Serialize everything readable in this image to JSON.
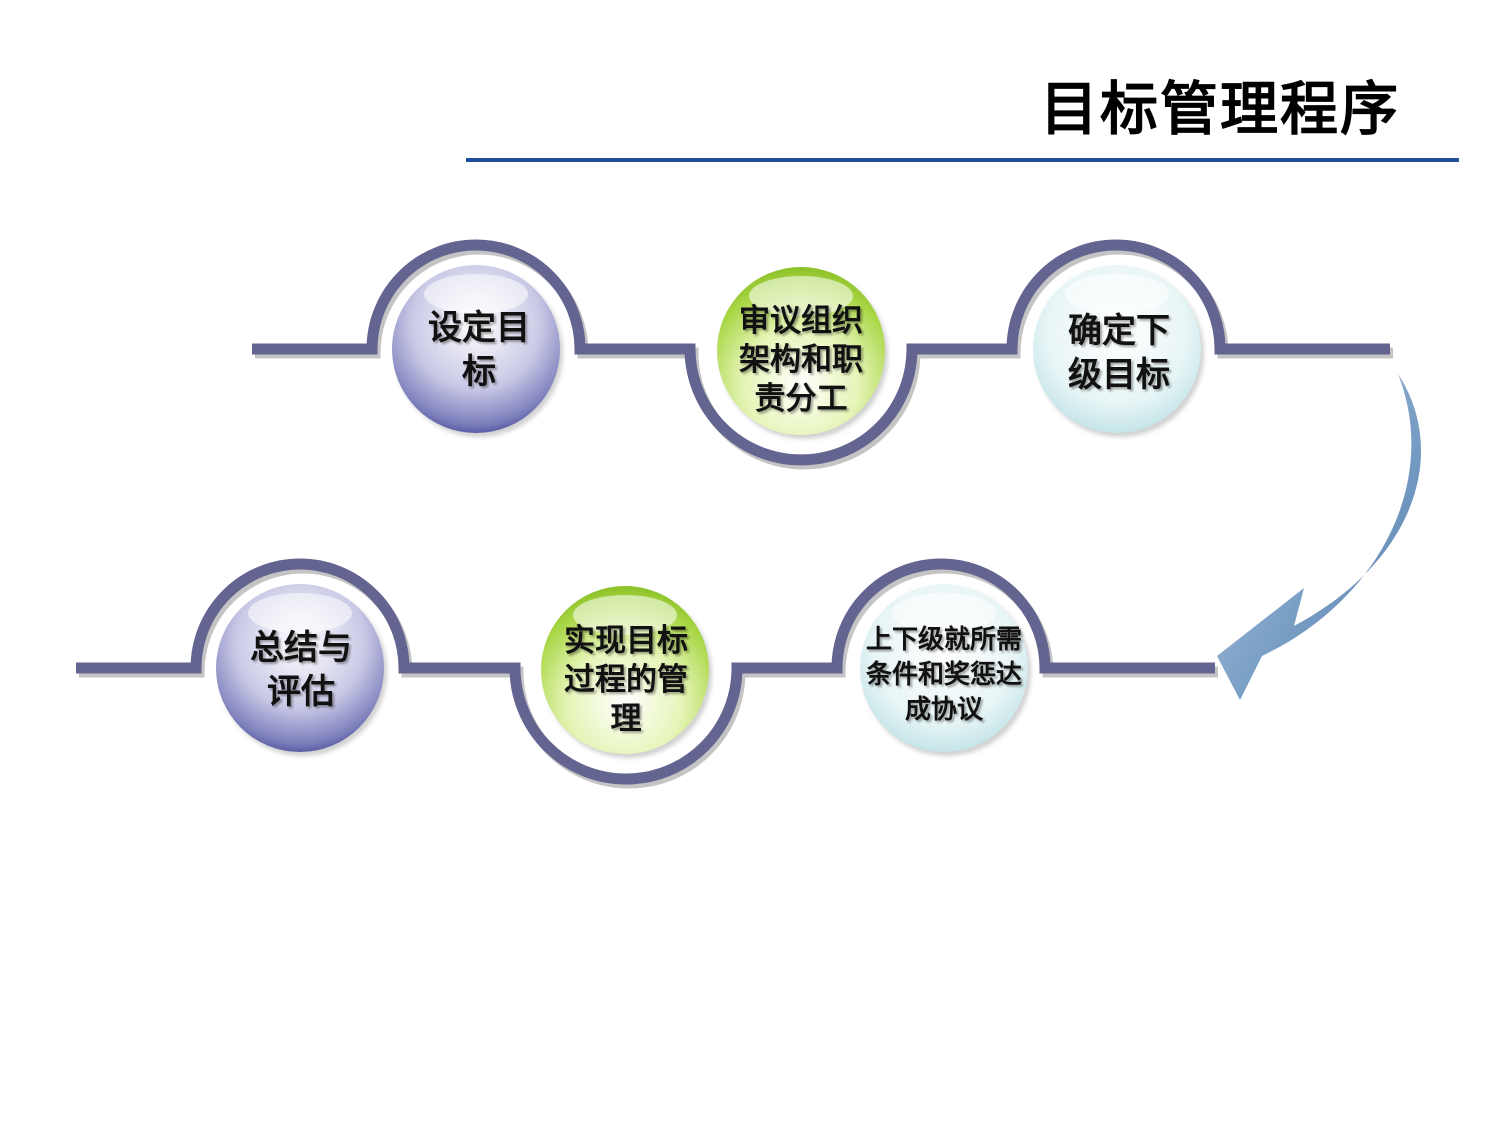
{
  "title": "目标管理程序",
  "steps": [
    {
      "label": "设定目标",
      "style": "purple"
    },
    {
      "label": "审议组织架构和职责分工",
      "style": "green"
    },
    {
      "label": "确定下级目标",
      "style": "cyan"
    },
    {
      "label": "上下级就所需条件和奖惩达成协议",
      "style": "cyan"
    },
    {
      "label": "实现目标过程的管理",
      "style": "green"
    },
    {
      "label": "总结与评估",
      "style": "purple"
    }
  ],
  "colors": {
    "track": "#63648f",
    "arrow": "#5a84b2",
    "title_rule": "#1f4e9c"
  }
}
